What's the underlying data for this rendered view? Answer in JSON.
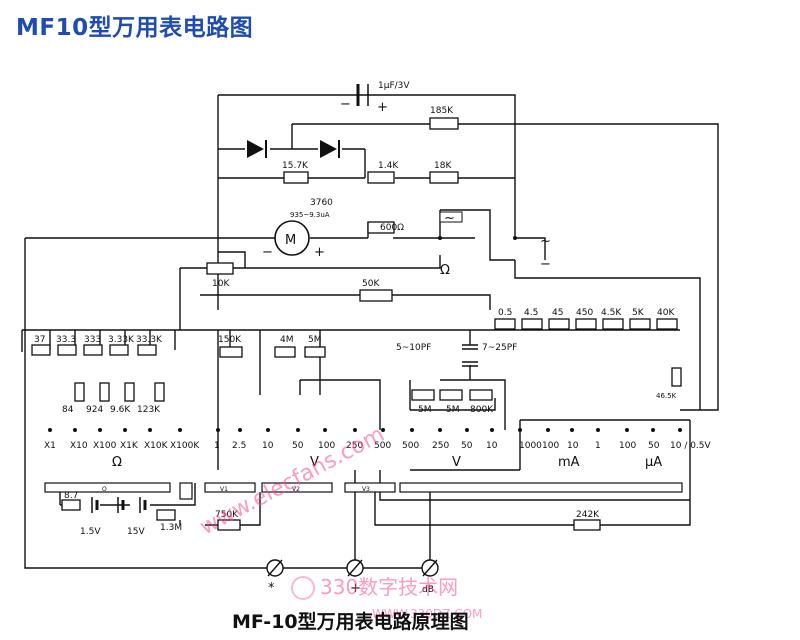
{
  "page": {
    "title": "MF10型万用表电路图"
  },
  "diagram": {
    "caption": "MF-10型万用表电路原理图",
    "top_capacitor": "1μF/3V",
    "labels": {
      "r185k": "185K",
      "r157k": "15.7K",
      "r14k": "1.4K",
      "r18k": "18K",
      "meter_r": "3760",
      "meter_spec": "935~9.3uA",
      "r600": "600Ω",
      "pot10k": "10K",
      "r50k": "50K",
      "cap5": "5~10PF",
      "cap7": "7~25PF",
      "r5m_a": "5M",
      "r5m_b": "5M",
      "r800k": "800K",
      "r465k": "46.5K",
      "r87": "8.7",
      "r750k": "750K",
      "r13m": "1.3M",
      "r242k": "242K",
      "bat15": "1.5V",
      "bat15v": "15V",
      "sw_v1": "V1",
      "sw_v2": "V2",
      "sw_v3": "V3",
      "sw_o": "O"
    },
    "ohm_shunts": [
      "37",
      "33.3",
      "333",
      "3.33K",
      "33.3K"
    ],
    "ohm_series": [
      "84",
      "924",
      "9.6K",
      "123K"
    ],
    "v_series": [
      "150K",
      "4M",
      "5M"
    ],
    "ma_chain": [
      "0.5",
      "4.5",
      "45",
      "450",
      "4.5K",
      "5K",
      "40K"
    ],
    "ohm_ranges": [
      "X1",
      "X10",
      "X100",
      "X1K",
      "X10K",
      "X100K"
    ],
    "dcv_ranges": [
      "1",
      "2.5",
      "10",
      "50",
      "100",
      "250",
      "500"
    ],
    "acv_ranges": [
      "500",
      "250",
      "50",
      "10"
    ],
    "ma_ranges": [
      "1000",
      "100",
      "10",
      "1"
    ],
    "ua_ranges": [
      "100",
      "50",
      "10 / 0.5V"
    ],
    "group_labels": {
      "ohm": "Ω",
      "dcv": "V",
      "acv": "V",
      "ma": "mA",
      "ua": "μA"
    },
    "symbols": {
      "meter": "M",
      "ohm": "Ω",
      "ac": "~",
      "minus": "−",
      "plus": "+"
    },
    "terminals": [
      "*",
      "+",
      "dB"
    ]
  },
  "watermarks": {
    "elecfans": "www.elecfans.com",
    "site": "330数字技术网",
    "url": "WWW.330DZ.COM"
  }
}
